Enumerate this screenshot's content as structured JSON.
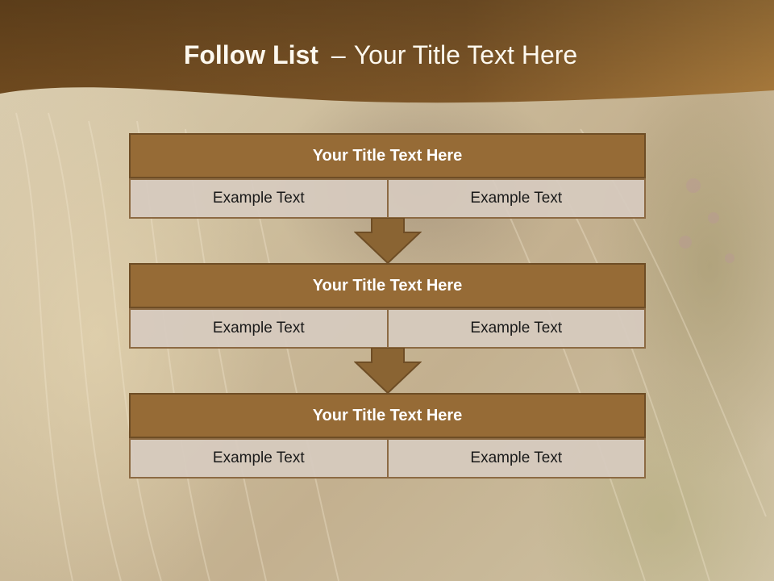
{
  "slide": {
    "title_bold": "Follow List",
    "title_dash": "–",
    "title_rest": "Your Title Text Here"
  },
  "steps": [
    {
      "title": "Your Title Text Here",
      "cells": [
        "Example Text",
        "Example Text"
      ]
    },
    {
      "title": "Your Title Text Here",
      "cells": [
        "Example Text",
        "Example Text"
      ]
    },
    {
      "title": "Your Title Text Here",
      "cells": [
        "Example Text",
        "Example Text"
      ]
    }
  ],
  "colors": {
    "header_brown": "#7a5428",
    "title_fill": "#966b36",
    "cell_fill": "#d6cabe",
    "arrow_fill": "#8a6433"
  },
  "icons": [
    "down-arrow-icon"
  ]
}
